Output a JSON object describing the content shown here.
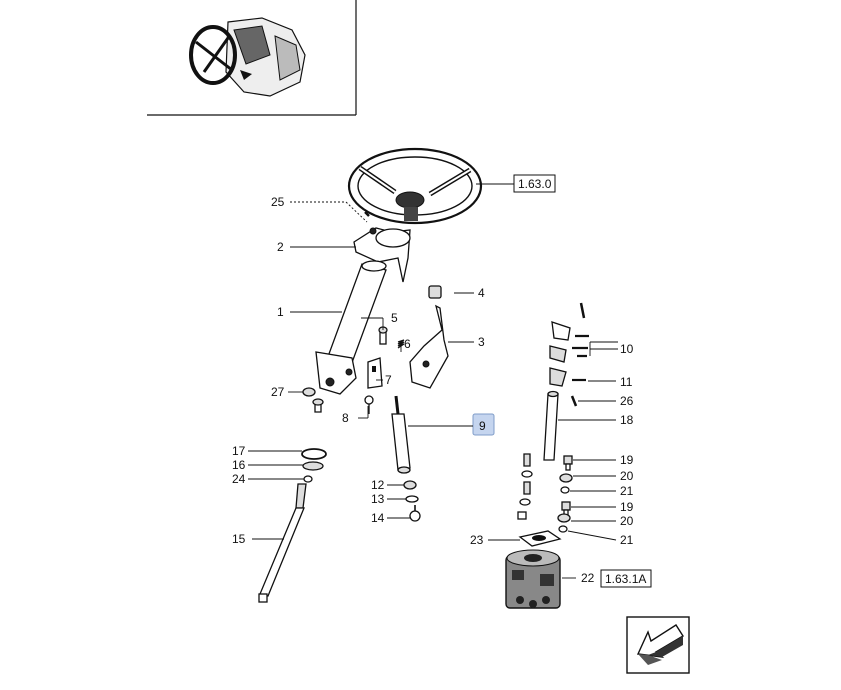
{
  "callouts": [
    {
      "id": "c1",
      "text": "1"
    },
    {
      "id": "c2",
      "text": "2"
    },
    {
      "id": "c3",
      "text": "3"
    },
    {
      "id": "c4",
      "text": "4"
    },
    {
      "id": "c5",
      "text": "5"
    },
    {
      "id": "c6",
      "text": "6"
    },
    {
      "id": "c7",
      "text": "7"
    },
    {
      "id": "c8",
      "text": "8"
    },
    {
      "id": "c9",
      "text": "9"
    },
    {
      "id": "c10",
      "text": "10"
    },
    {
      "id": "c11",
      "text": "11"
    },
    {
      "id": "c12",
      "text": "12"
    },
    {
      "id": "c13",
      "text": "13"
    },
    {
      "id": "c14",
      "text": "14"
    },
    {
      "id": "c15",
      "text": "15"
    },
    {
      "id": "c16",
      "text": "16"
    },
    {
      "id": "c17",
      "text": "17"
    },
    {
      "id": "c18",
      "text": "18"
    },
    {
      "id": "c19a",
      "text": "19"
    },
    {
      "id": "c19b",
      "text": "19"
    },
    {
      "id": "c20a",
      "text": "20"
    },
    {
      "id": "c20b",
      "text": "20"
    },
    {
      "id": "c21a",
      "text": "21"
    },
    {
      "id": "c21b",
      "text": "21"
    },
    {
      "id": "c22",
      "text": "22"
    },
    {
      "id": "c23",
      "text": "23"
    },
    {
      "id": "c24",
      "text": "24"
    },
    {
      "id": "c25",
      "text": "25"
    },
    {
      "id": "c26",
      "text": "26"
    },
    {
      "id": "c27",
      "text": "27"
    }
  ],
  "references": {
    "steering_wheel": "1.63.0",
    "steering_unit": "1.63.1A"
  },
  "highlight_color": "#c5d5ef",
  "highlight_border": "#7f9cc8"
}
